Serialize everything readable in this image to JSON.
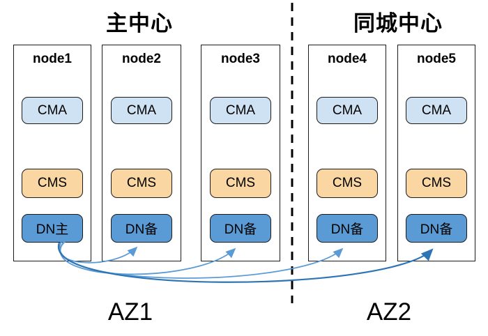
{
  "titles": {
    "main_center": "主中心",
    "remote_center": "同城中心"
  },
  "az_labels": {
    "az1": "AZ1",
    "az2": "AZ2"
  },
  "nodes": [
    {
      "title": "node1",
      "cma": "CMA",
      "cms": "CMS",
      "dn": "DN主",
      "dn_role": "primary"
    },
    {
      "title": "node2",
      "cma": "CMA",
      "cms": "CMS",
      "dn": "DN备",
      "dn_role": "standby"
    },
    {
      "title": "node3",
      "cma": "CMA",
      "cms": "CMS",
      "dn": "DN备",
      "dn_role": "standby"
    },
    {
      "title": "node4",
      "cma": "CMA",
      "cms": "CMS",
      "dn": "DN备",
      "dn_role": "standby"
    },
    {
      "title": "node5",
      "cma": "CMA",
      "cms": "CMS",
      "dn": "DN备",
      "dn_role": "standby"
    }
  ],
  "replication": {
    "from": "node1.DN主",
    "to": [
      "node2.DN备",
      "node3.DN备",
      "node4.DN备",
      "node5.DN备"
    ]
  },
  "colors": {
    "cma_fill": "#cfe2f3",
    "cms_fill": "#fad7a2",
    "dn_fill": "#5b9bd5",
    "arrow_light": "#5b9bd5",
    "arrow_dark": "#2e75b6",
    "divider": "#000000",
    "border": "#1a1a1a"
  }
}
